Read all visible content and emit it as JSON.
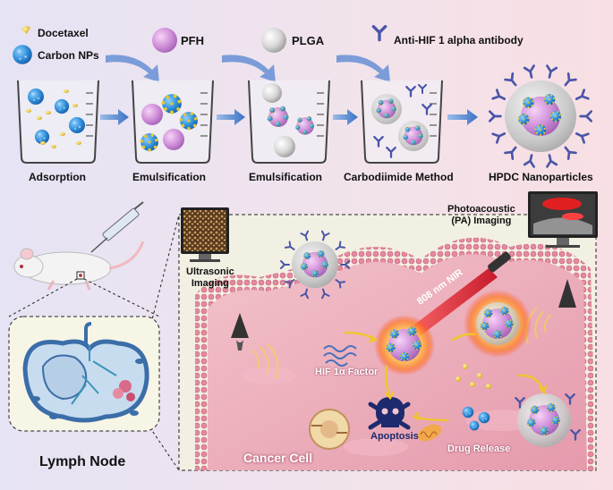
{
  "legend": {
    "docetaxel": "Docetaxel",
    "carbon_nps": "Carbon NPs",
    "pfh": "PFH",
    "plga": "PLGA",
    "antibody": "Anti-HIF 1 alpha antibody"
  },
  "steps": [
    "Adsorption",
    "Emulsification",
    "Emulsification",
    "Carbodiimide Method",
    "HPDC Nanoparticles"
  ],
  "lower": {
    "pa_imaging": "Photoacoustic\n(PA) Imaging",
    "ultrasonic_imaging": "Ultrasonic\nImaging",
    "nir": "808 nm NIR",
    "hif_factor": "HIF 1α Factor",
    "apoptosis": "Apoptosis",
    "drug_release": "Drug Release",
    "cancer_cell": "Cancer Cell",
    "lymph_node": "Lymph Node"
  },
  "colors": {
    "carbon_np": "#2f8fd8",
    "pfh": "#cf8ed8",
    "plga": "#cfcfcf",
    "antibody": "#4a55a8",
    "docetaxel": "#e8c830",
    "cell_membrane": "#d9738f",
    "cell_fill": "#eaa6b4",
    "nir_beam": "#e0202a"
  }
}
